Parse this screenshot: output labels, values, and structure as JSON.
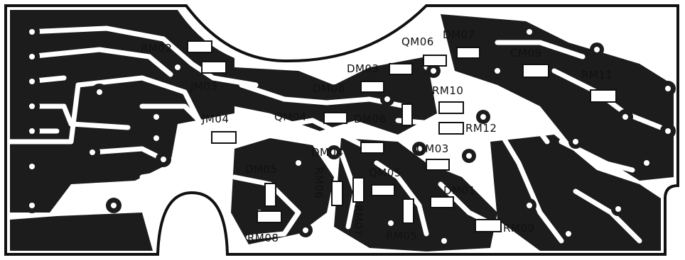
{
  "board": {
    "colors": {
      "copper": "#1c1c1c",
      "substrate": "#ffffff",
      "outline": "#111111"
    }
  },
  "components": [
    {
      "ref": "RM02"
    },
    {
      "ref": "JM03"
    },
    {
      "ref": "JM04"
    },
    {
      "ref": "DM03"
    },
    {
      "ref": "DM08"
    },
    {
      "ref": "QM06"
    },
    {
      "ref": "DM07"
    },
    {
      "ref": "CM09"
    },
    {
      "ref": "RM11"
    },
    {
      "ref": "RM10"
    },
    {
      "ref": "QM04"
    },
    {
      "ref": "DM06"
    },
    {
      "ref": "RM12"
    },
    {
      "ref": "DM04"
    },
    {
      "ref": "QM03"
    },
    {
      "ref": "DM05"
    },
    {
      "ref": "RM06"
    },
    {
      "ref": "QM05"
    },
    {
      "ref": "RM07"
    },
    {
      "ref": "DM01"
    },
    {
      "ref": "RM08"
    },
    {
      "ref": "RM05"
    },
    {
      "ref": "RM09"
    }
  ]
}
